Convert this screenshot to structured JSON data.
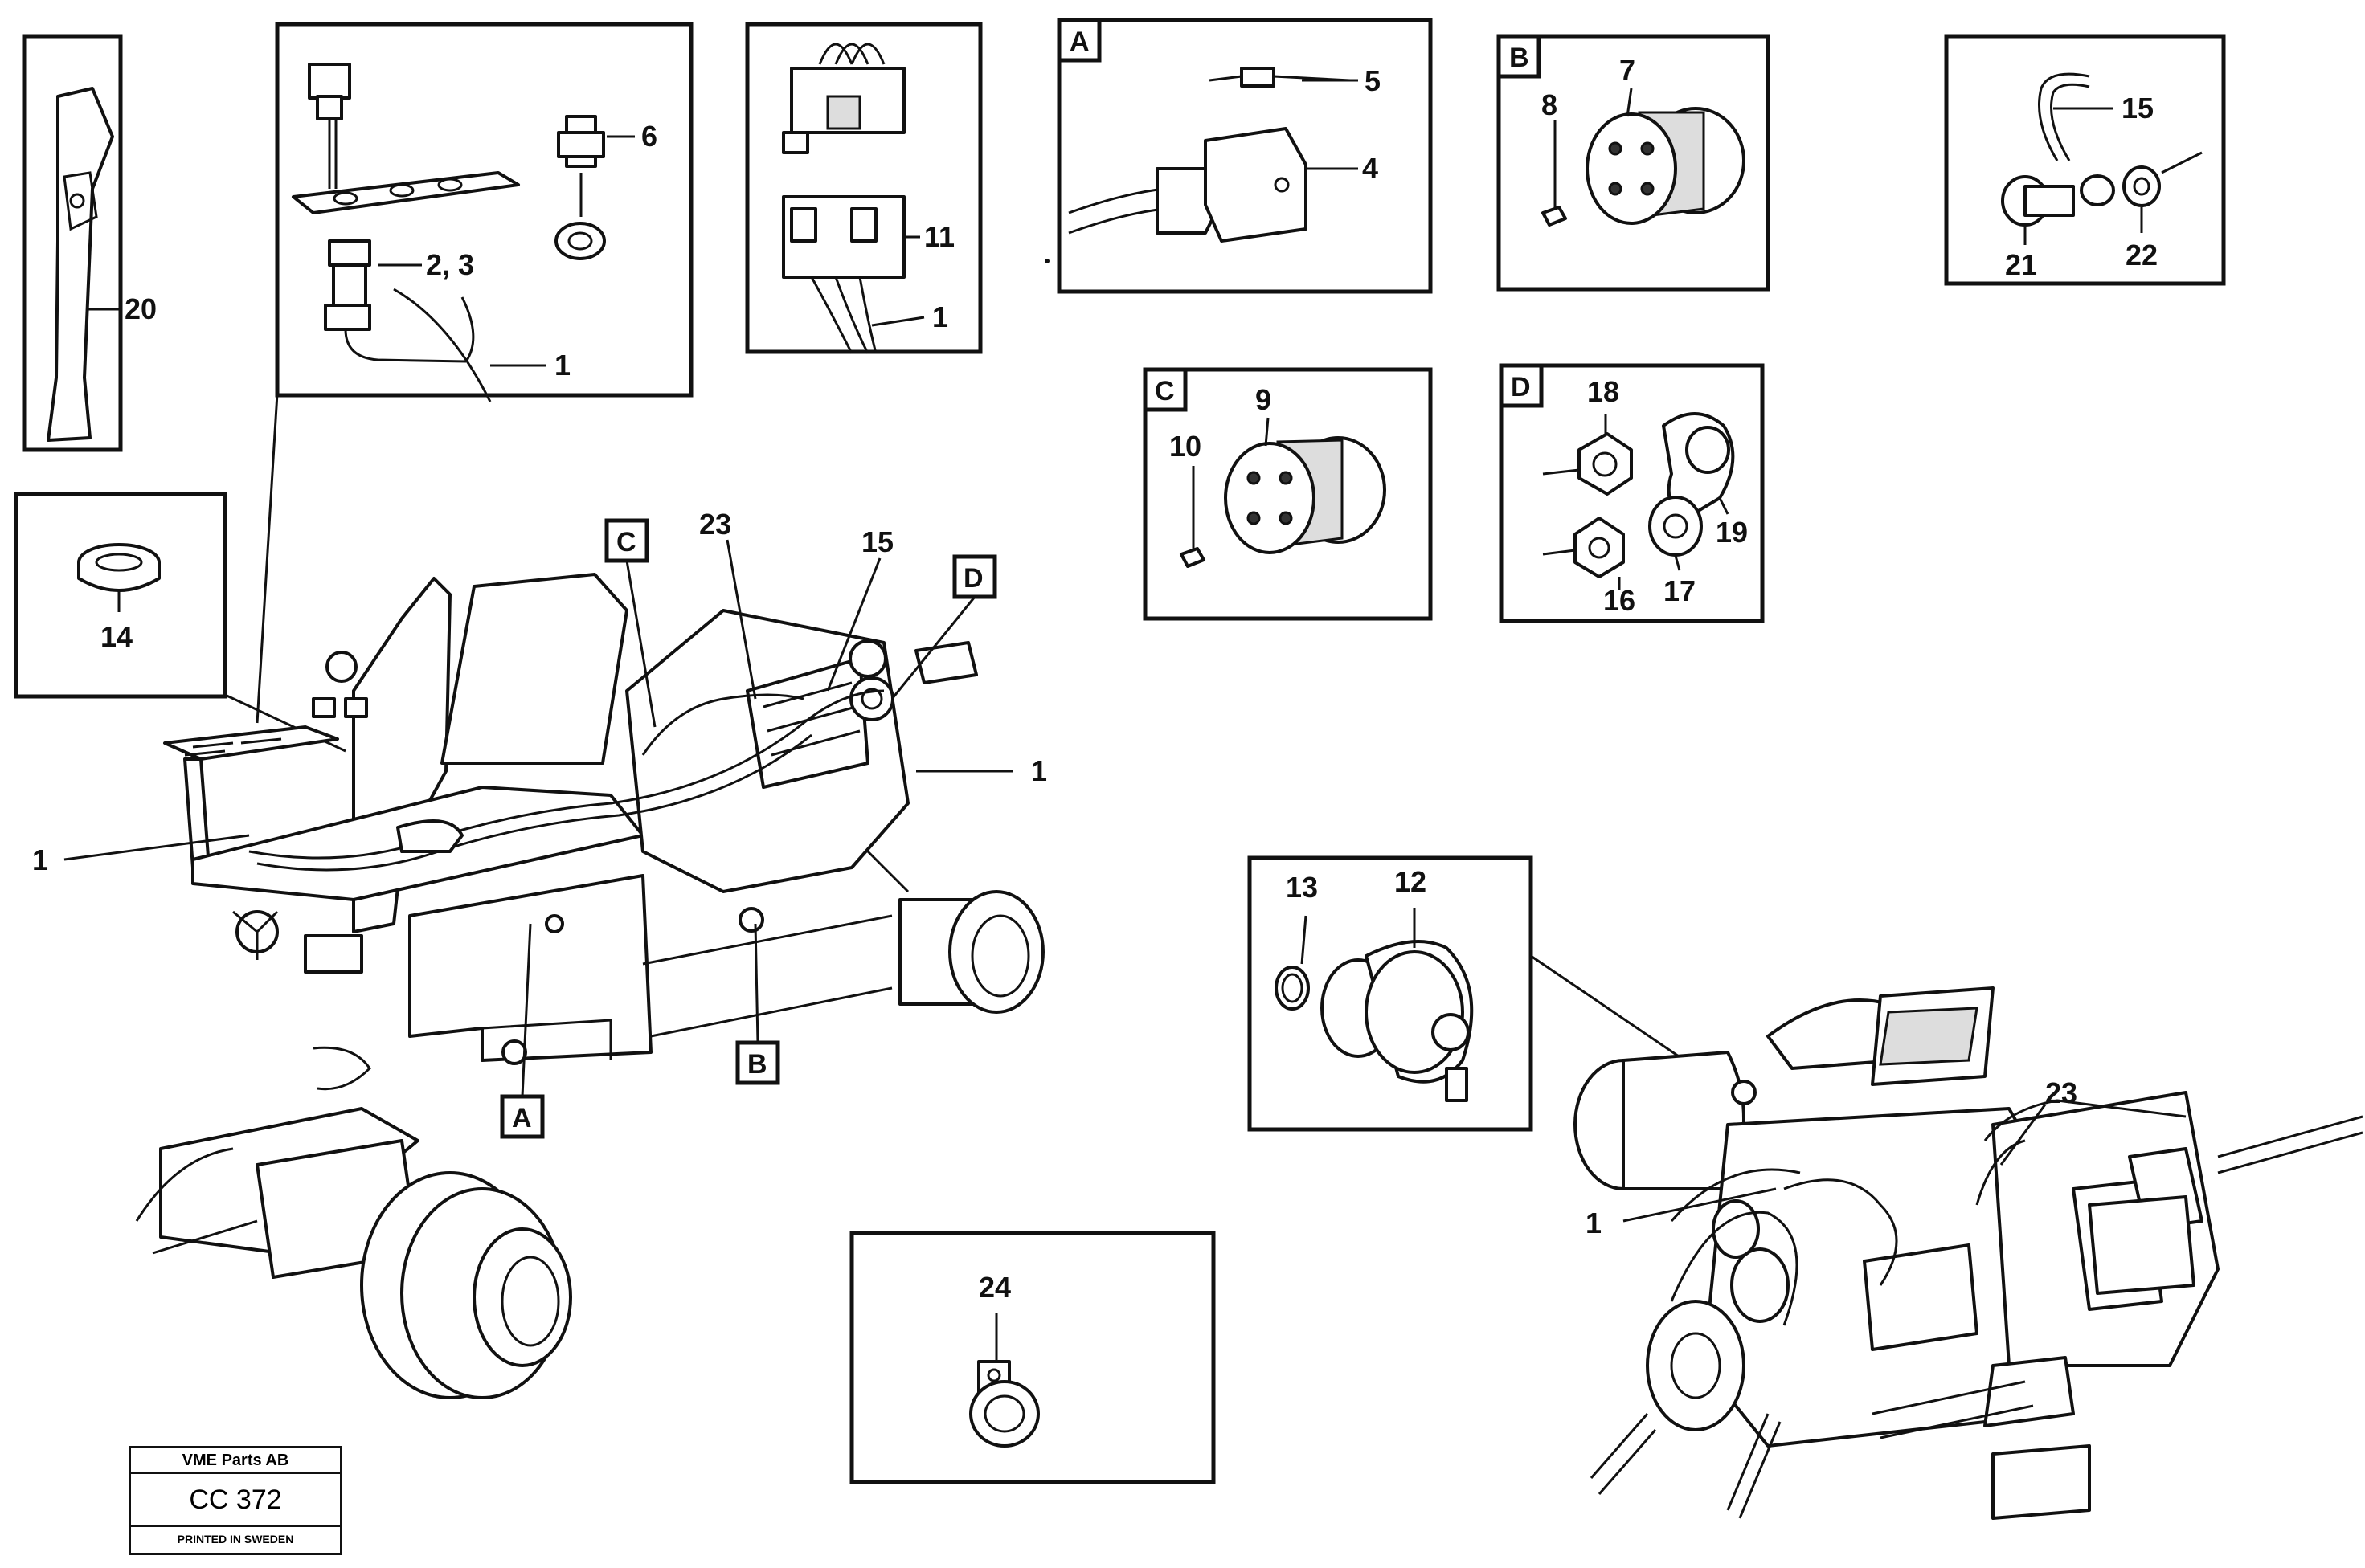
{
  "diagram": {
    "part_numbers": {
      "p1": "1",
      "p23": "2, 3",
      "p4": "4",
      "p5": "5",
      "p6": "6",
      "p7": "7",
      "p8": "8",
      "p9": "9",
      "p10": "10",
      "p11": "11",
      "p12": "12",
      "p13": "13",
      "p14": "14",
      "p15": "15",
      "p16": "16",
      "p17": "17",
      "p18": "18",
      "p19": "19",
      "p20": "20",
      "p21": "21",
      "p22": "22",
      "p23b": "23",
      "p24": "24"
    },
    "detail_refs": {
      "A": "A",
      "B": "B",
      "C": "C",
      "D": "D"
    }
  },
  "stamp": {
    "company": "VME Parts AB",
    "code": "CC 372",
    "printed": "PRINTED IN SWEDEN"
  }
}
